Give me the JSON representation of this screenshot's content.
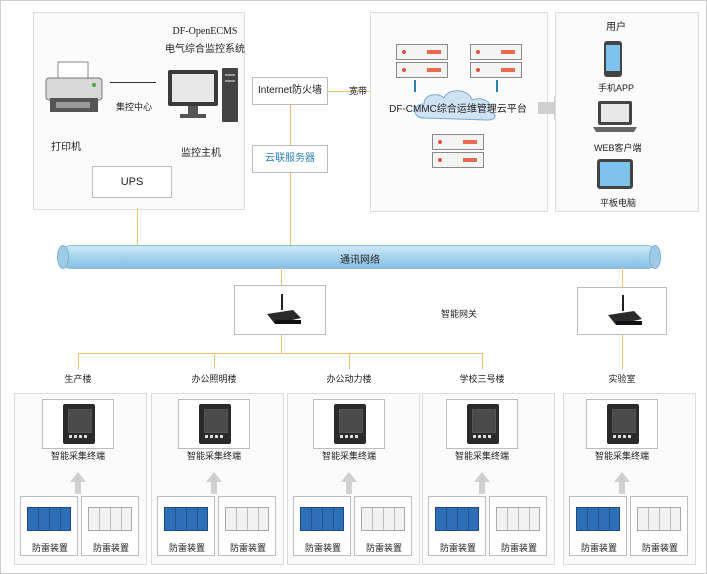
{
  "top": {
    "system_name_line1": "DF-OpenECMS",
    "system_name_line2": "电气综合监控系统",
    "printer_label": "打印机",
    "center_label": "集控中心",
    "host_label": "监控主机",
    "ups_label": "UPS",
    "firewall_label": "Internet防火墙",
    "broadband_label": "宽带",
    "cloud_server_label": "云联服务器",
    "cloud_platform_label": "DF-CMMC综合运维管理云平台"
  },
  "users": {
    "title": "用户",
    "phone_label": "手机APP",
    "web_label": "WEB客户端",
    "tablet_label": "平板电脑"
  },
  "network": {
    "bar_label": "通讯网络",
    "gateway_label": "智能网关"
  },
  "buildings": [
    {
      "name": "生产楼",
      "terminal": "智能采集终端",
      "device_a": "防雷装置",
      "device_b": "防雷装置"
    },
    {
      "name": "办公照明楼",
      "terminal": "智能采集终端",
      "device_a": "防雷装置",
      "device_b": "防雷装置"
    },
    {
      "name": "办公动力楼",
      "terminal": "智能采集终端",
      "device_a": "防雷装置",
      "device_b": "防雷装置"
    },
    {
      "name": "学校三号楼",
      "terminal": "智能采集终端",
      "device_a": "防雷装置",
      "device_b": "防雷装置"
    },
    {
      "name": "实验室",
      "terminal": "智能采集终端",
      "device_a": "防雷装置",
      "device_b": "防雷装置"
    }
  ],
  "icons": {
    "printer": "printer-icon",
    "monitor": "desktop-computer-icon",
    "server": "server-icon",
    "cloud": "cloud-icon",
    "phone": "smartphone-icon",
    "laptop": "laptop-icon",
    "tablet": "tablet-icon",
    "gateway": "wireless-gateway-icon",
    "terminal": "acquisition-terminal-icon",
    "spd": "surge-protector-icon"
  },
  "colors": {
    "connector": "#f0c070",
    "network_bar": "#a7d3ee",
    "cloud_server_text": "#2d7fb8",
    "spd_blue": "#2e6fb7"
  }
}
